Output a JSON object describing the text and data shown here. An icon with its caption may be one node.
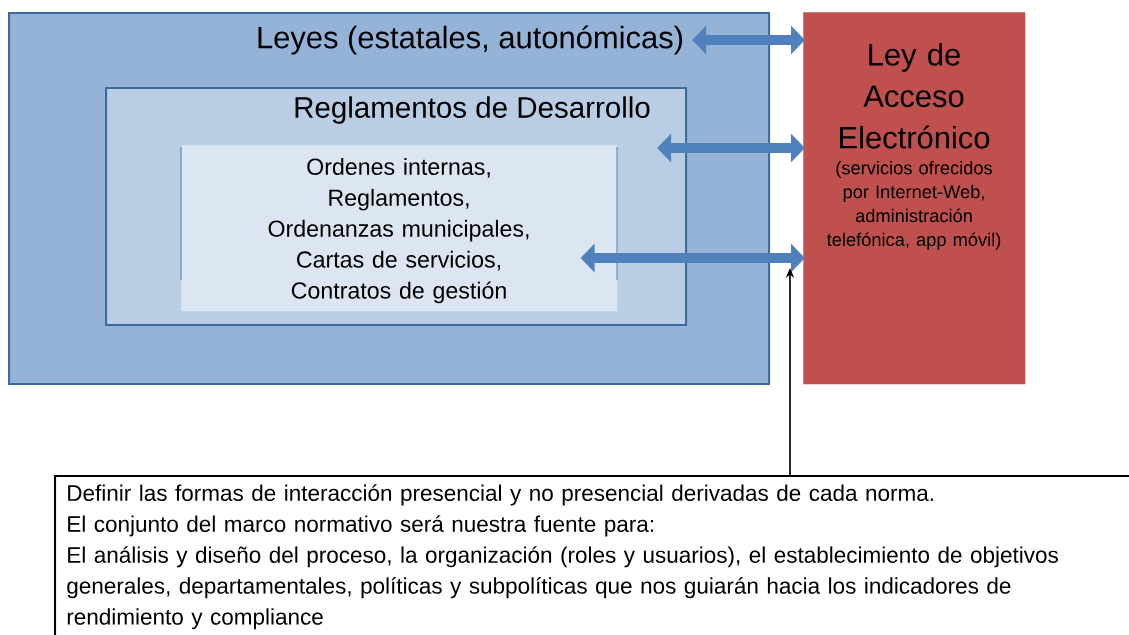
{
  "diagram": {
    "nodes": [
      {
        "text": [
          "Leyes (estatales, autonómicas)"
        ]
      },
      {
        "text": [
          "Reglamentos de Desarrollo"
        ],
        "in": 0
      },
      {
        "text": [
          "Ordenes internas, Reglamentos, Ordenanzas municipales, Cartas de servicios, Contratos de gestión"
        ],
        "in": 1
      },
      {
        "text": [
          "Ley de Acceso Electrónico",
          "(servicios ofrecidos por Internet-Web, administración telefónica, app móvil)"
        ]
      },
      {
        "text": [
          "Definir las formas de interacción presencial y no presencial derivadas de cada norma.",
          "El conjunto del marco normativo será nuestra fuente para:",
          "El análisis y diseño del proceso, la organización (roles y usuarios), el establecimiento de objetivos generales, departamentales, políticas y subpolíticas que nos guiarán hacia los indicadores de rendimiento y compliance"
        ]
      }
    ],
    "edges": [
      {
        "from": 0,
        "to": 3,
        "arrow": "both"
      },
      {
        "from": 1,
        "to": 3,
        "arrow": "both"
      },
      {
        "from": 2,
        "to": 3,
        "arrow": "both"
      },
      {
        "from": 4,
        "to": 3,
        "arrow": "to",
        "color": "#000000"
      }
    ]
  }
}
